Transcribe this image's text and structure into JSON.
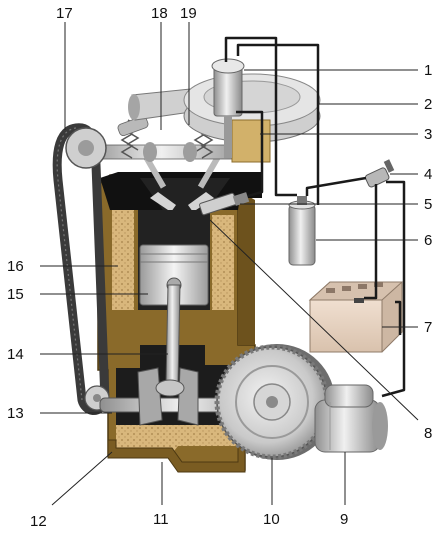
{
  "diagram": {
    "callouts": [
      {
        "id": "1",
        "label": "1"
      },
      {
        "id": "2",
        "label": "2"
      },
      {
        "id": "3",
        "label": "3"
      },
      {
        "id": "4",
        "label": "4"
      },
      {
        "id": "5",
        "label": "5"
      },
      {
        "id": "6",
        "label": "6"
      },
      {
        "id": "7",
        "label": "7"
      },
      {
        "id": "8",
        "label": "8"
      },
      {
        "id": "9",
        "label": "9"
      },
      {
        "id": "10",
        "label": "10"
      },
      {
        "id": "11",
        "label": "11"
      },
      {
        "id": "12",
        "label": "12"
      },
      {
        "id": "13",
        "label": "13"
      },
      {
        "id": "14",
        "label": "14"
      },
      {
        "id": "15",
        "label": "15"
      },
      {
        "id": "16",
        "label": "16"
      },
      {
        "id": "17",
        "label": "17"
      },
      {
        "id": "18",
        "label": "18"
      },
      {
        "id": "19",
        "label": "19"
      }
    ],
    "colors": {
      "block": "#8a6a2a",
      "block_dark": "#5a4318",
      "block_light": "#b89247",
      "oil": "#d9b77c",
      "cylinder_dark": "#0f0f0f",
      "metal": "#c8c8c8",
      "metal_dark": "#7e7e7e",
      "pipe": "#1a1a1a",
      "battery": "#e8d6c6",
      "belt": "#3a3a3a"
    }
  }
}
